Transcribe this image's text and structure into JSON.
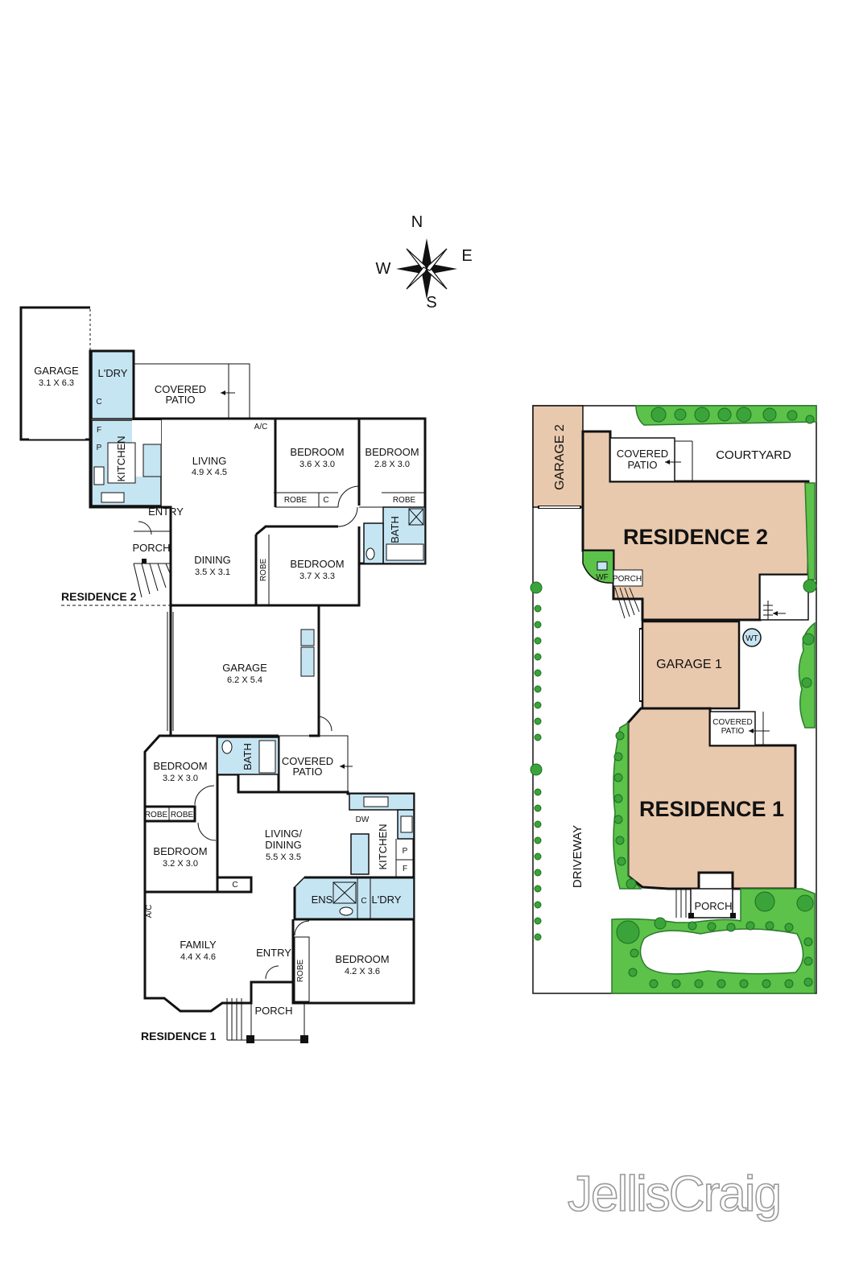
{
  "compass": {
    "n": "N",
    "e": "E",
    "s": "S",
    "w": "W"
  },
  "residence2_plan": {
    "section_label": "RESIDENCE 2",
    "garage": {
      "name": "GARAGE",
      "dims": "3.1 X 6.3"
    },
    "laundry": "L'DRY",
    "covered_patio": [
      "COVERED",
      "PATIO"
    ],
    "aircon": "A/C",
    "kitchen": "KITCHEN",
    "cupboard": "C",
    "fridge": "F",
    "pantry": "P",
    "living": {
      "name": "LIVING",
      "dims": "4.9 X 4.5"
    },
    "entry": "ENTRY",
    "porch": "PORCH",
    "dining": {
      "name": "DINING",
      "dims": "3.5 X 3.1"
    },
    "bedroom1": {
      "name": "BEDROOM",
      "dims": "3.6 X 3.0"
    },
    "bedroom2": {
      "name": "BEDROOM",
      "dims": "2.8 X 3.0"
    },
    "bedroom3": {
      "name": "BEDROOM",
      "dims": "3.7 X 3.3"
    },
    "robe": "ROBE",
    "bath": "BATH"
  },
  "middle_garage": {
    "name": "GARAGE",
    "dims": "6.2 X 5.4"
  },
  "residence1_plan": {
    "section_label": "RESIDENCE 1",
    "bedroom1": {
      "name": "BEDROOM",
      "dims": "3.2 X 3.0"
    },
    "bedroom2": {
      "name": "BEDROOM",
      "dims": "3.2 X 3.0"
    },
    "bedroom3": {
      "name": "BEDROOM",
      "dims": "4.2 X 3.6"
    },
    "bath": "BATH",
    "covered_patio": [
      "COVERED",
      "PATIO"
    ],
    "robe": "ROBE",
    "living_dining": {
      "name": [
        "LIVING/",
        "DINING"
      ],
      "dims": "5.5 X 3.5"
    },
    "kitchen": "KITCHEN",
    "dishwasher": "DW",
    "pantry": "P",
    "fridge": "F",
    "cupboard": "C",
    "ensuite": "ENS",
    "laundry": "L'DRY",
    "aircon": "A/C",
    "family": {
      "name": "FAMILY",
      "dims": "4.4 X 4.6"
    },
    "entry": "ENTRY",
    "porch": "PORCH"
  },
  "site_plan": {
    "garage2": "GARAGE 2",
    "covered_patio_top": [
      "COVERED",
      "PATIO"
    ],
    "courtyard": "COURTYARD",
    "residence2": "RESIDENCE 2",
    "wf": "WF",
    "porch_top": "PORCH",
    "wt": "WT",
    "garage1": "GARAGE 1",
    "covered_patio_mid": [
      "COVERED",
      "PATIO"
    ],
    "residence1": "RESIDENCE 1",
    "driveway": "DRIVEWAY",
    "porch_bottom": "PORCH"
  },
  "brand": "JellisCraig",
  "colors": {
    "wet_area": "#c6e5f3",
    "building": "#e9c9ad",
    "garden": "#3aa43a",
    "walls": "#111111"
  }
}
